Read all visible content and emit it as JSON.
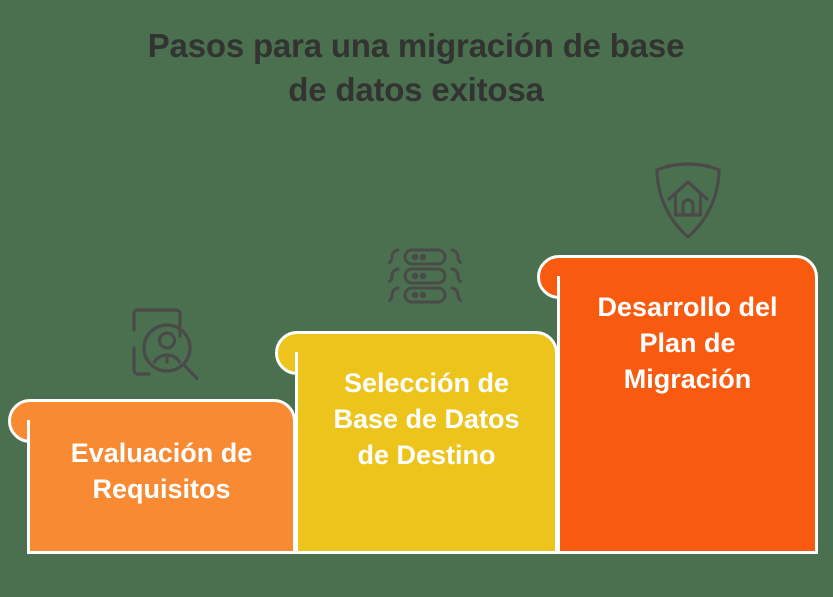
{
  "page": {
    "background_color": "#4a7050",
    "title": "Pasos para una migración de base\nde datos exitosa",
    "title_color": "#333331"
  },
  "icons": {
    "stroke_color": "#4a4a48",
    "step_1": "document-person-magnifier-icon",
    "step_2": "database-server-stack-icon",
    "step_3": "shield-house-icon"
  },
  "steps": [
    {
      "order": "1",
      "label": "Evaluación de\nRequisitos",
      "color": "#f88a33",
      "text_color": "#ffffff",
      "icon": "document-person-magnifier-icon"
    },
    {
      "order": "2",
      "label": "Selección de\nBase de Datos\nde Destino",
      "color": "#edc41c",
      "text_color": "#ffffff",
      "icon": "database-server-stack-icon"
    },
    {
      "order": "3",
      "label": "Desarrollo del\nPlan de\nMigración",
      "color": "#f85a10",
      "text_color": "#ffffff",
      "icon": "shield-house-icon"
    }
  ]
}
